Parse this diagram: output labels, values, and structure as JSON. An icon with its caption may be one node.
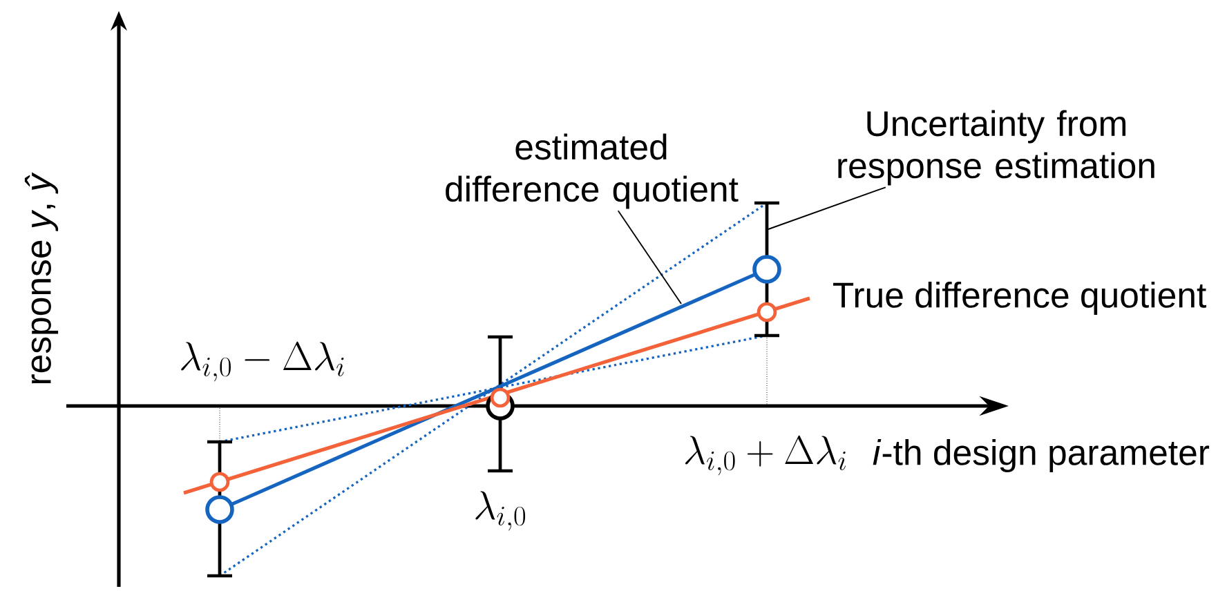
{
  "diagram": {
    "nodes": [
      {
        "text": [
          "estimated difference quotient"
        ]
      },
      {
        "text": [
          "Uncertainty from response estimation"
        ]
      }
    ],
    "edges": [
      {
        "from": 0,
        "to": null,
        "arrow": "none"
      },
      {
        "from": 1,
        "to": null,
        "arrow": "none"
      }
    ],
    "labels": [
      "response *y*, *ŷ*",
      "\\lambda_{i,0} - \\Delta\\lambda_i",
      "True difference quotient",
      "\\lambda_{i,0}",
      "\\lambda_{i,0} + \\Delta\\lambda_i",
      "*i*-th design parameter"
    ]
  }
}
